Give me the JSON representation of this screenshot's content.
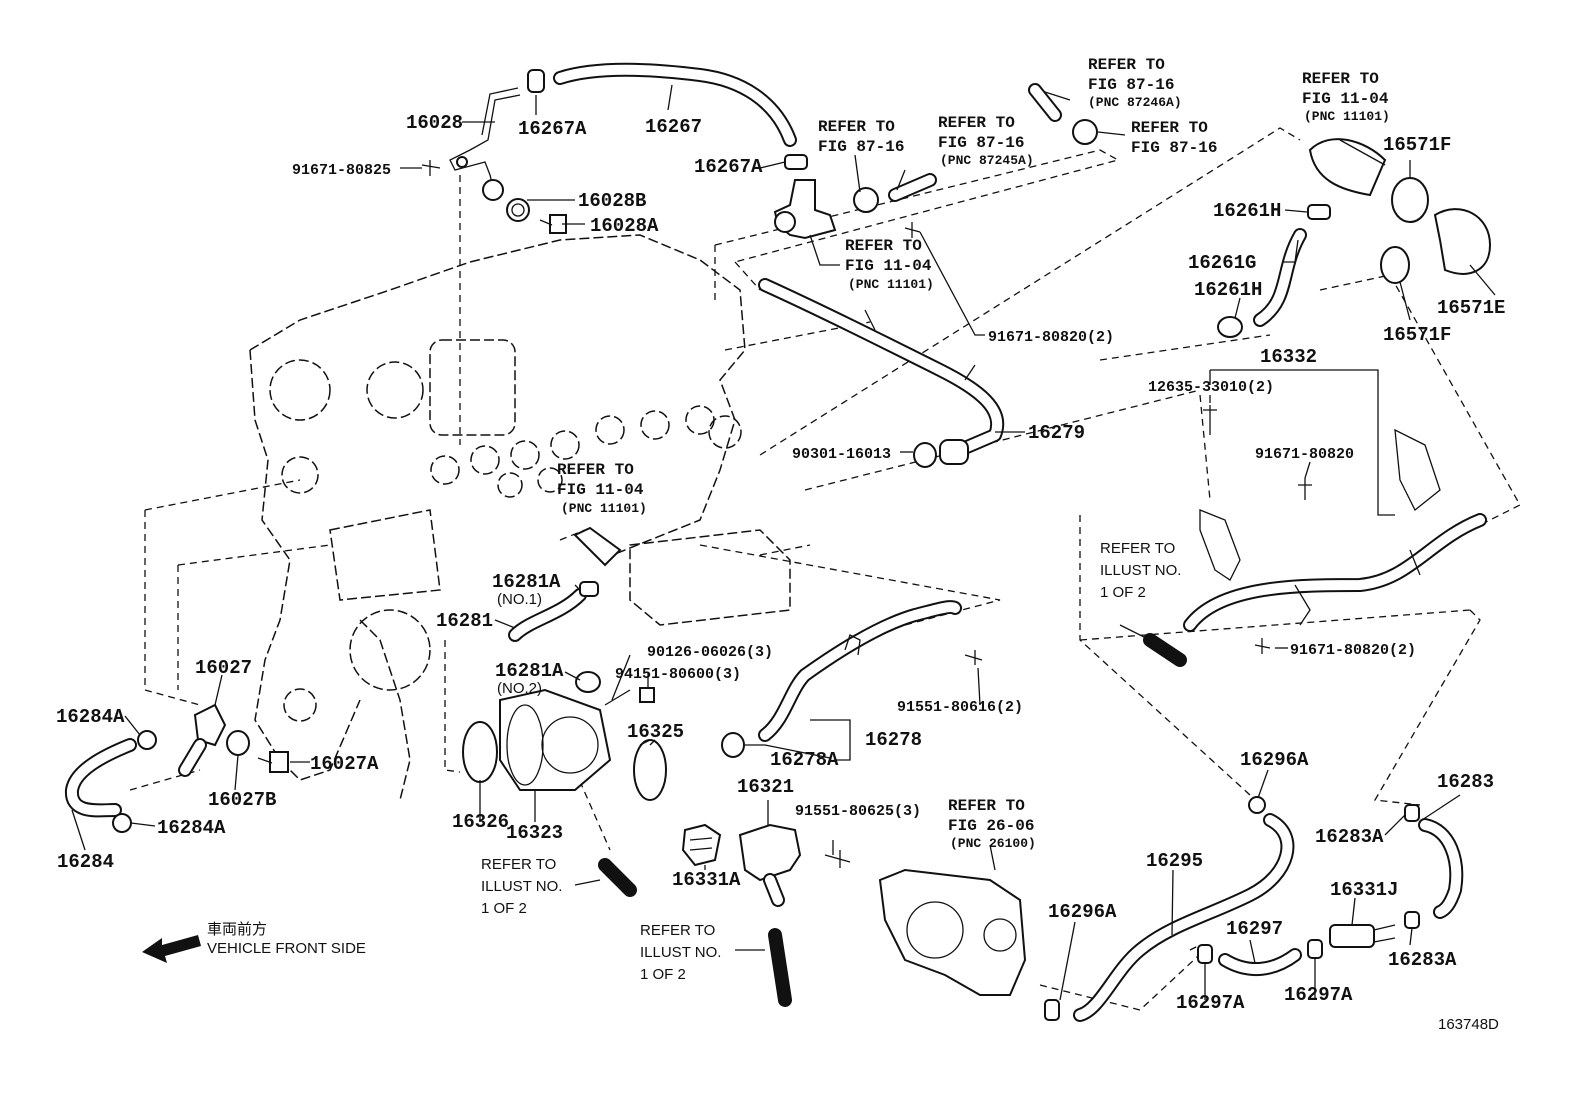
{
  "diagram_id": "163748D",
  "front_side": {
    "jp": "車両前方",
    "en": "VEHICLE FRONT SIDE",
    "icon": "arrow-left-icon"
  },
  "parts": {
    "p16028": "16028",
    "p16267A_top": "16267A",
    "p16267": "16267",
    "p91671_80825": "91671-80825",
    "p16028B": "16028B",
    "p16028A": "16028A",
    "p16267A_mid": "16267A",
    "p16279": "16279",
    "p90301_16013": "90301-16013",
    "p91671_80820_2_top": "91671-80820(2)",
    "p16261H_top": "16261H",
    "p16261G": "16261G",
    "p16261H_bot": "16261H",
    "p16571F_top": "16571F",
    "p16571E": "16571E",
    "p16571F_bot": "16571F",
    "p16332": "16332",
    "p12635_33010_2": "12635-33010(2)",
    "p91671_80820": "91671-80820",
    "p91671_80820_2_bot": "91671-80820(2)",
    "p16281A_no1": "16281A",
    "no1": "(NO.1)",
    "p16281": "16281",
    "p16281A_no2": "16281A",
    "no2": "(NO.2)",
    "p90126_06026_3": "90126-06026(3)",
    "p94151_80600_3": "94151-80600(3)",
    "p16325": "16325",
    "p16278A": "16278A",
    "p16278": "16278",
    "p91551_80616_2": "91551-80616(2)",
    "p16027": "16027",
    "p16284A_top": "16284A",
    "p16027A": "16027A",
    "p16027B": "16027B",
    "p16284A_bot": "16284A",
    "p16284": "16284",
    "p16326": "16326",
    "p16323": "16323",
    "p16321": "16321",
    "p91551_80625_3": "91551-80625(3)",
    "p16331A": "16331A",
    "p16296A_top": "16296A",
    "p16295": "16295",
    "p16296A_bot": "16296A",
    "p16297": "16297",
    "p16297A_left": "16297A",
    "p16297A_right": "16297A",
    "p16331J": "16331J",
    "p16283": "16283",
    "p16283A_top": "16283A",
    "p16283A_bot": "16283A"
  },
  "refs": {
    "r1": {
      "l1": "REFER TO",
      "l2": "FIG 87-16",
      "l3": "(PNC 87246A)"
    },
    "r2": {
      "l1": "REFER TO",
      "l2": "FIG 87-16"
    },
    "r3": {
      "l1": "REFER TO",
      "l2": "FIG 87-16"
    },
    "r4": {
      "l1": "REFER TO",
      "l2": "FIG 87-16",
      "l3": "(PNC 87245A)"
    },
    "r5": {
      "l1": "REFER TO",
      "l2": "FIG 11-04",
      "l3": "(PNC 11101)"
    },
    "r6": {
      "l1": "REFER TO",
      "l2": "FIG 11-04",
      "l3": "(PNC 11101)"
    },
    "r7": {
      "l1": "REFER TO",
      "l2": "FIG 11-04",
      "l3": "(PNC 11101)"
    },
    "r8": {
      "l1": "REFER TO",
      "l2": "FIG 26-06",
      "l3": "(PNC 26100)"
    },
    "i1": {
      "l1": "REFER TO",
      "l2": "ILLUST NO.",
      "l3": "1 OF 2"
    },
    "i2": {
      "l1": "REFER TO",
      "l2": "ILLUST NO.",
      "l3": "1 OF 2"
    },
    "i3": {
      "l1": "REFER TO",
      "l2": "ILLUST NO.",
      "l3": "1 OF 2"
    }
  }
}
